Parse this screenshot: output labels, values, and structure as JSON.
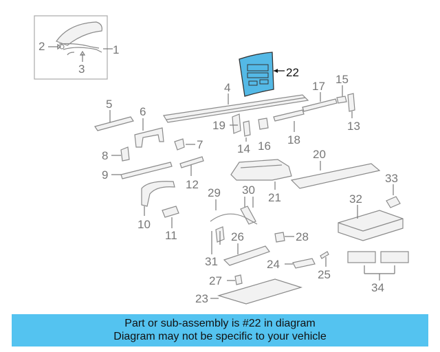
{
  "colors": {
    "highlight_fill": "#54b9e6",
    "banner_bg": "#54c3f0",
    "line": "#8a8a8a",
    "label": "#777777"
  },
  "callouts": {
    "c1": "1",
    "c2": "2",
    "c3": "3",
    "c4": "4",
    "c5": "5",
    "c6": "6",
    "c7": "7",
    "c8": "8",
    "c9": "9",
    "c10": "10",
    "c11": "11",
    "c12": "12",
    "c13": "13",
    "c14": "14",
    "c15": "15",
    "c16": "16",
    "c17": "17",
    "c18": "18",
    "c19": "19",
    "c20": "20",
    "c21": "21",
    "c22": "22",
    "c23": "23",
    "c24": "24",
    "c25": "25",
    "c26": "26",
    "c27": "27",
    "c28": "28",
    "c29": "29",
    "c30": "30",
    "c31": "31",
    "c32": "32",
    "c33": "33",
    "c34": "34"
  },
  "highlighted_part": "22",
  "banner": {
    "line1": "Part or sub-assembly is #22 in diagram",
    "line2": "Diagram may not be specific to your vehicle"
  }
}
